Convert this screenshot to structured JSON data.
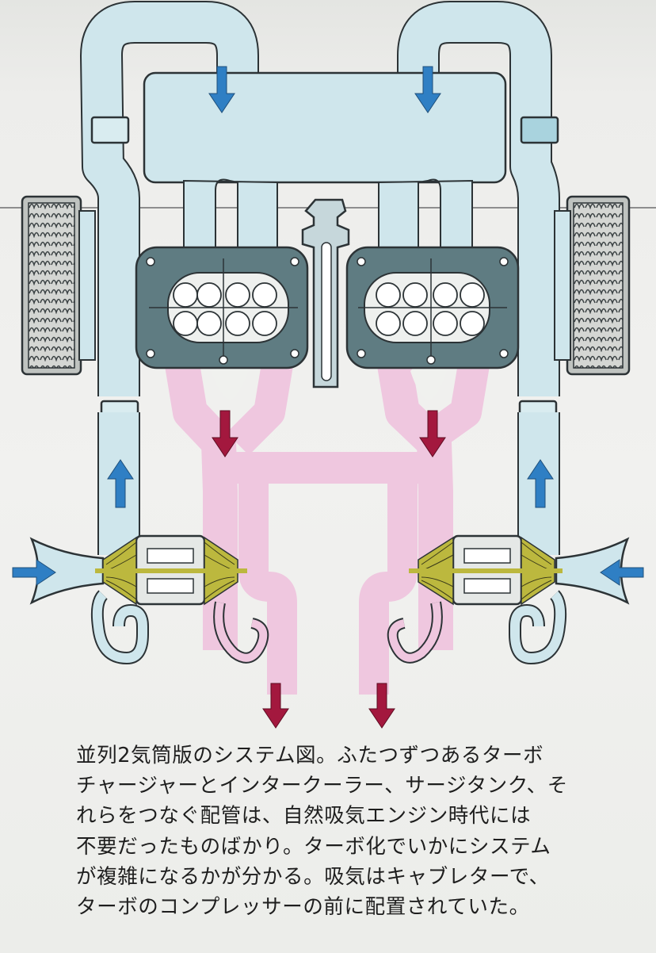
{
  "caption": {
    "lines": [
      "並列2気筒版のシステム図。ふたつずつあるターボ",
      "チャージャーとインタークーラー、サージタンク、そ",
      "れらをつなぐ配管は、自然吸気エンジン時代には",
      "不要だったものばかり。ターボ化でいかにシステム",
      "が複雑になるかが分かる。吸気はキャブレターで、",
      "ターボのコンプレッサーの前に配置されていた。"
    ]
  },
  "colors": {
    "intake_pipe": "#cfe6ec",
    "exhaust_pipe": "#efc7df",
    "intake_arrow": "#2f7fc4",
    "exhaust_arrow": "#a3183e",
    "cylinder_head": "#5f7c82",
    "turbine_blades": "#bcb83e",
    "outline": "#2c3336"
  }
}
